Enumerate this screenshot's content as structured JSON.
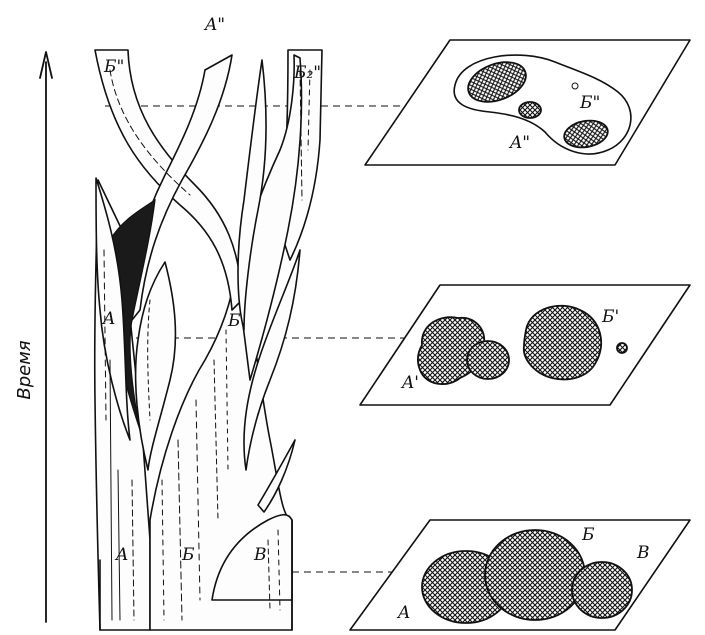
{
  "axis": {
    "label": "Время"
  },
  "labels": {
    "top_A2": "A\"",
    "top_B2": "Б\"",
    "top_B2_2": "Б₂\"",
    "mid_A": "A",
    "mid_B": "Б",
    "bot_A": "A",
    "bot_B": "Б",
    "bot_V": "B"
  },
  "planes": {
    "top": {
      "label_A": "A\"",
      "label_B": "Б\""
    },
    "middle": {
      "label_A": "A'",
      "label_B": "Б'"
    },
    "bottom": {
      "label_A": "A",
      "label_B": "Б",
      "label_V": "B"
    }
  },
  "colors": {
    "ink": "#111111",
    "paper": "#ffffff"
  }
}
